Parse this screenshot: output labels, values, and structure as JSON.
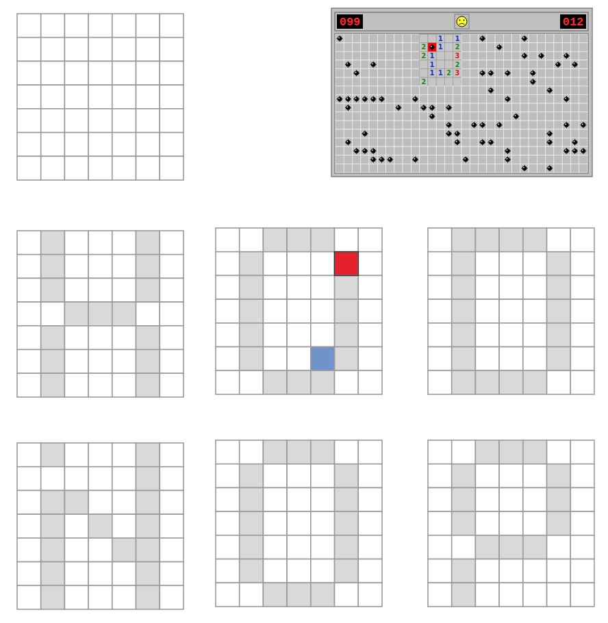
{
  "diagram": {
    "labels": [
      "099",
      "012",
      "1",
      "1",
      "2",
      "1",
      "2",
      "2",
      "1",
      "3",
      "1",
      "2",
      "1",
      "1",
      "2",
      "3",
      "2"
    ]
  }
}
